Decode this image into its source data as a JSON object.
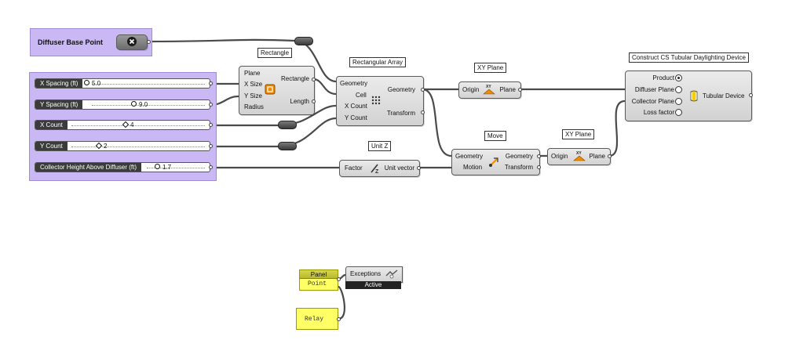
{
  "groups": {
    "base": {
      "title": "Diffuser Base Point"
    }
  },
  "sliders": [
    {
      "name": "X Spacing (ft)",
      "value": "5.0",
      "knob": "circle"
    },
    {
      "name": "Y Spacing (ft)",
      "value": "9.0",
      "knob": "circle"
    },
    {
      "name": "X Count",
      "value": "4",
      "knob": "diamond"
    },
    {
      "name": "Y Count",
      "value": "2",
      "knob": "diamond"
    },
    {
      "name": "Collector Height Above Diffuser (ft)",
      "value": "1.7",
      "knob": "circle"
    }
  ],
  "components": {
    "rectangle": {
      "caption": "Rectangle",
      "inputs": [
        "Plane",
        "X Size",
        "Y Size",
        "Radius"
      ],
      "outputs": [
        "Rectangle",
        "Length"
      ]
    },
    "rect_array": {
      "caption": "Rectangular Array",
      "inputs": [
        "Geometry",
        "Cell",
        "X Count",
        "Y Count"
      ],
      "outputs": [
        "Geometry",
        "Transform"
      ]
    },
    "xy_plane_1": {
      "caption": "XY Plane",
      "inputs": [
        "Origin"
      ],
      "outputs": [
        "Plane"
      ]
    },
    "move": {
      "caption": "Move",
      "inputs": [
        "Geometry",
        "Motion"
      ],
      "outputs": [
        "Geometry",
        "Transform"
      ]
    },
    "xy_plane_2": {
      "caption": "XY Plane",
      "inputs": [
        "Origin"
      ],
      "outputs": [
        "Plane"
      ]
    },
    "unit_z": {
      "caption": "Unit Z",
      "inputs": [
        "Factor"
      ],
      "outputs": [
        "Unit vector"
      ]
    },
    "tubular": {
      "caption": "Construct CS Tubular Daylighting Device",
      "inputs": [
        "Product",
        "Diffuser Plane",
        "Collector Plane",
        "Loss factor"
      ],
      "outputs": [
        "Tubular Device"
      ]
    },
    "exceptions": {
      "label": "Exceptions",
      "status": "Active"
    }
  },
  "panels": {
    "point_panel": {
      "title": "Panel",
      "text": "Point"
    },
    "relay_panel": {
      "text": "Relay"
    }
  },
  "colors": {
    "group_fill": "#c9b8f4",
    "panel_yellow": "#ffff66",
    "component_fill": "#d9d9d9",
    "wire": "#4a4a4a",
    "icon_orange": "#f08c00"
  }
}
